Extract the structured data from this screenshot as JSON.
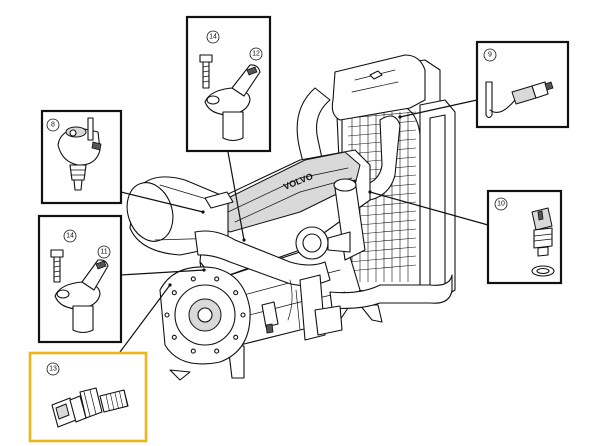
{
  "callouts": [
    {
      "key": "c8",
      "number": "8"
    },
    {
      "key": "c9",
      "number": "9"
    },
    {
      "key": "c10",
      "number": "10"
    },
    {
      "key": "c11",
      "number": "11"
    },
    {
      "key": "c12",
      "number": "12"
    },
    {
      "key": "c13",
      "number": "13"
    },
    {
      "key": "c14a",
      "number": "14"
    },
    {
      "key": "c14b",
      "number": "14"
    }
  ],
  "colors": {
    "highlight_border": "#f0b41c",
    "line": "#111111",
    "shading": "#d9d9d9"
  },
  "icons": {
    "engine": "engine-illustration",
    "sensor_8": "pressure-sensor-icon",
    "sensor_9": "temperature-sensor-probe-icon",
    "sensor_10": "coolant-sensor-icon",
    "sensor_11": "speed-sensor-icon",
    "sensor_12": "speed-sensor-icon",
    "sensor_13": "oil-pressure-switch-icon",
    "bolt": "bolt-icon"
  }
}
